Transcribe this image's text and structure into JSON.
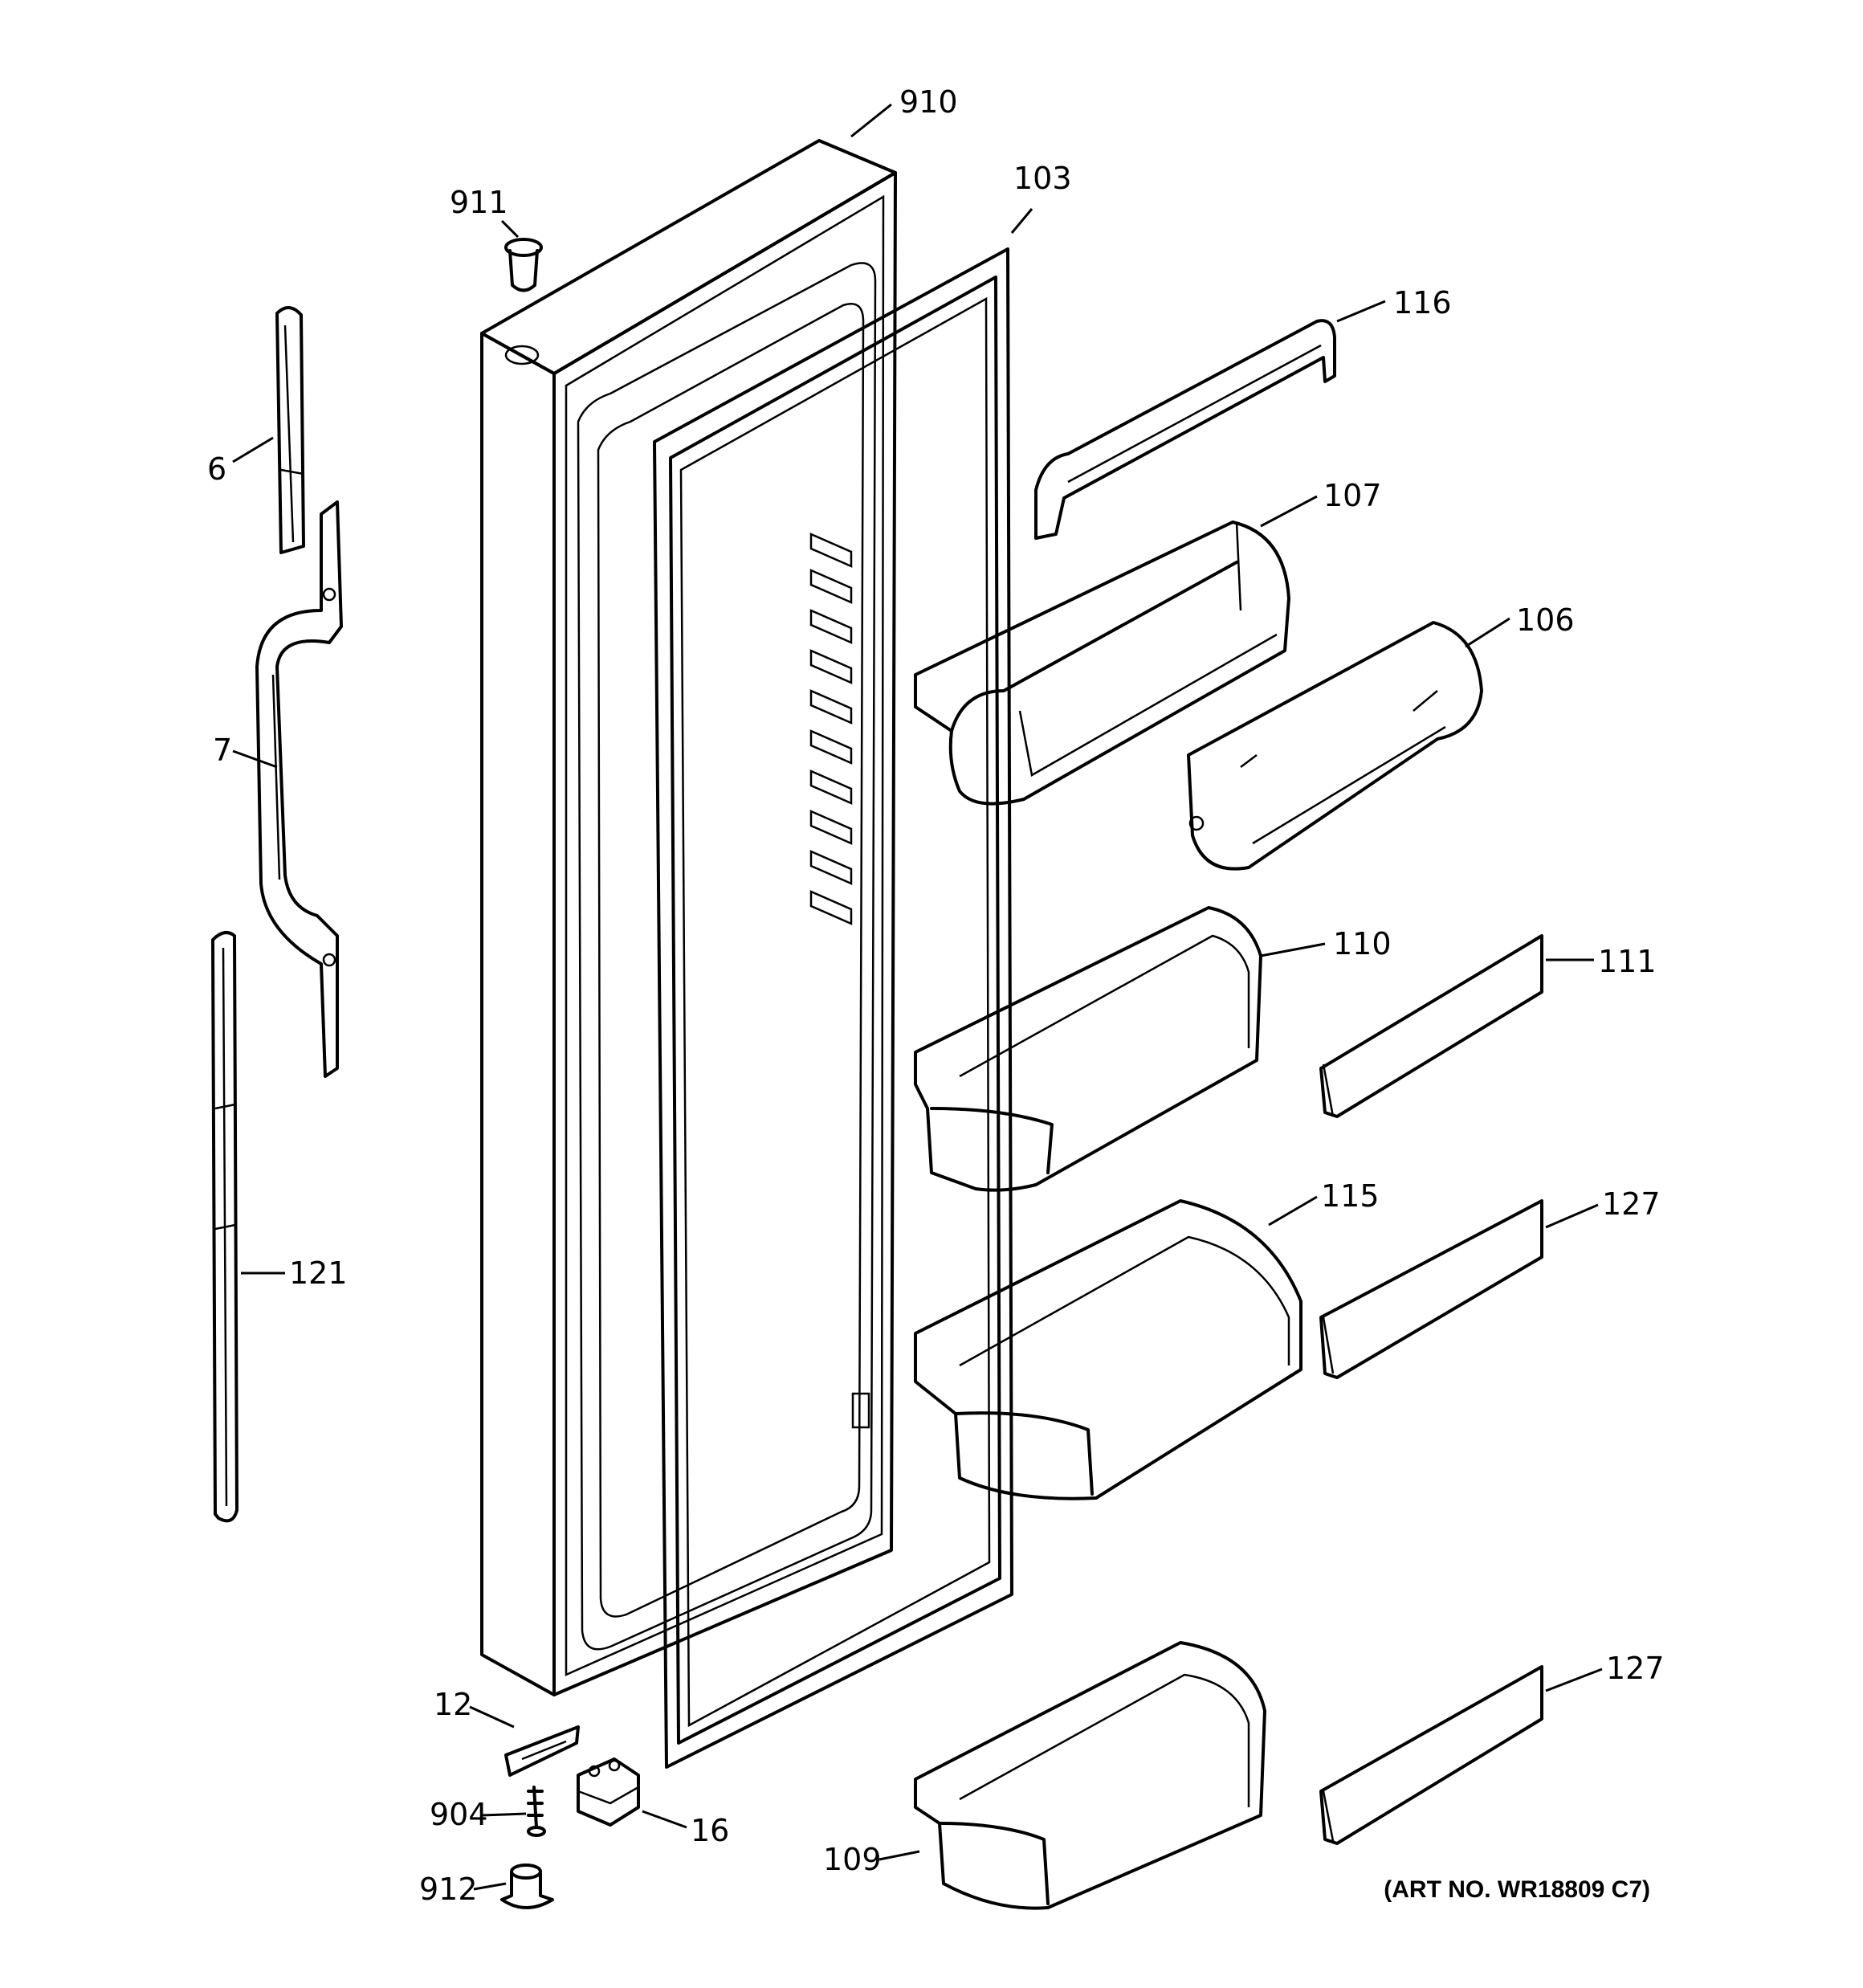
{
  "callouts": {
    "c910": "910",
    "c911": "911",
    "c103": "103",
    "c116": "116",
    "c6": "6",
    "c107": "107",
    "c106": "106",
    "c7": "7",
    "c110": "110",
    "c111": "111",
    "c115": "115",
    "c127a": "127",
    "c121": "121",
    "c127b": "127",
    "c12": "12",
    "c904": "904",
    "c16": "16",
    "c109": "109",
    "c912": "912"
  },
  "art_number": "(ART NO. WR18809 C7)"
}
